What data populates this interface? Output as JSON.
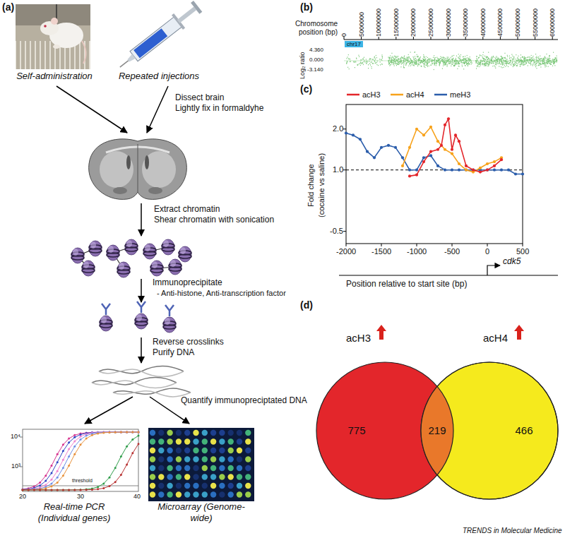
{
  "diagram": {
    "nodes": [
      {
        "text": [
          "Self-administration"
        ]
      },
      {
        "text": [
          "Repeated injections"
        ]
      },
      {
        "text": [
          "Real-time PCR (Individual genes)"
        ]
      },
      {
        "text": [
          "Microarray (Genome-wide)"
        ]
      },
      {
        "text": [
          "acH3",
          "775"
        ]
      },
      {
        "text": [
          "acH4",
          "466"
        ]
      }
    ],
    "labels": [
      "(a)",
      "Dissect brain",
      "Lightly fix in formaldyhe",
      "Extract chromatin",
      "Shear chromatin with sonication",
      "Immunoprecipitate",
      "- Anti-histone, Anti-transcription factor",
      "Reverse crosslinks",
      "Purify DNA",
      "Quantify immunopreciptated DNA",
      "10⁴",
      "10³",
      "20",
      "30",
      "40",
      "threshold",
      "(b)",
      "Chromosome",
      "position (bp)",
      "0",
      "5000000",
      "10000000",
      "15000000",
      "20000000",
      "25000000",
      "30000000",
      "35000000",
      "40000000",
      "45000000",
      "50000000",
      "55000000",
      "60000000",
      "chr17",
      "Log₂ ratio",
      "4.360",
      "0.000",
      "-3.140",
      "(c)",
      "Fold change",
      "(cocaine vs saline)",
      "2.0",
      "1.0",
      "-0.5",
      "-2000",
      "-1500",
      "-1000",
      "-500",
      "0",
      "500",
      "cdk5",
      "Position relative to start site (bp)",
      "(d)",
      "219",
      "TRENDS in Molecular Medicine"
    ],
    "legend": [
      {
        "text": "acH3",
        "color": "#e3262b"
      },
      {
        "text": "acH4",
        "color": "#f7a21b"
      },
      {
        "text": "meH3",
        "color": "#2b5dab"
      }
    ]
  }
}
